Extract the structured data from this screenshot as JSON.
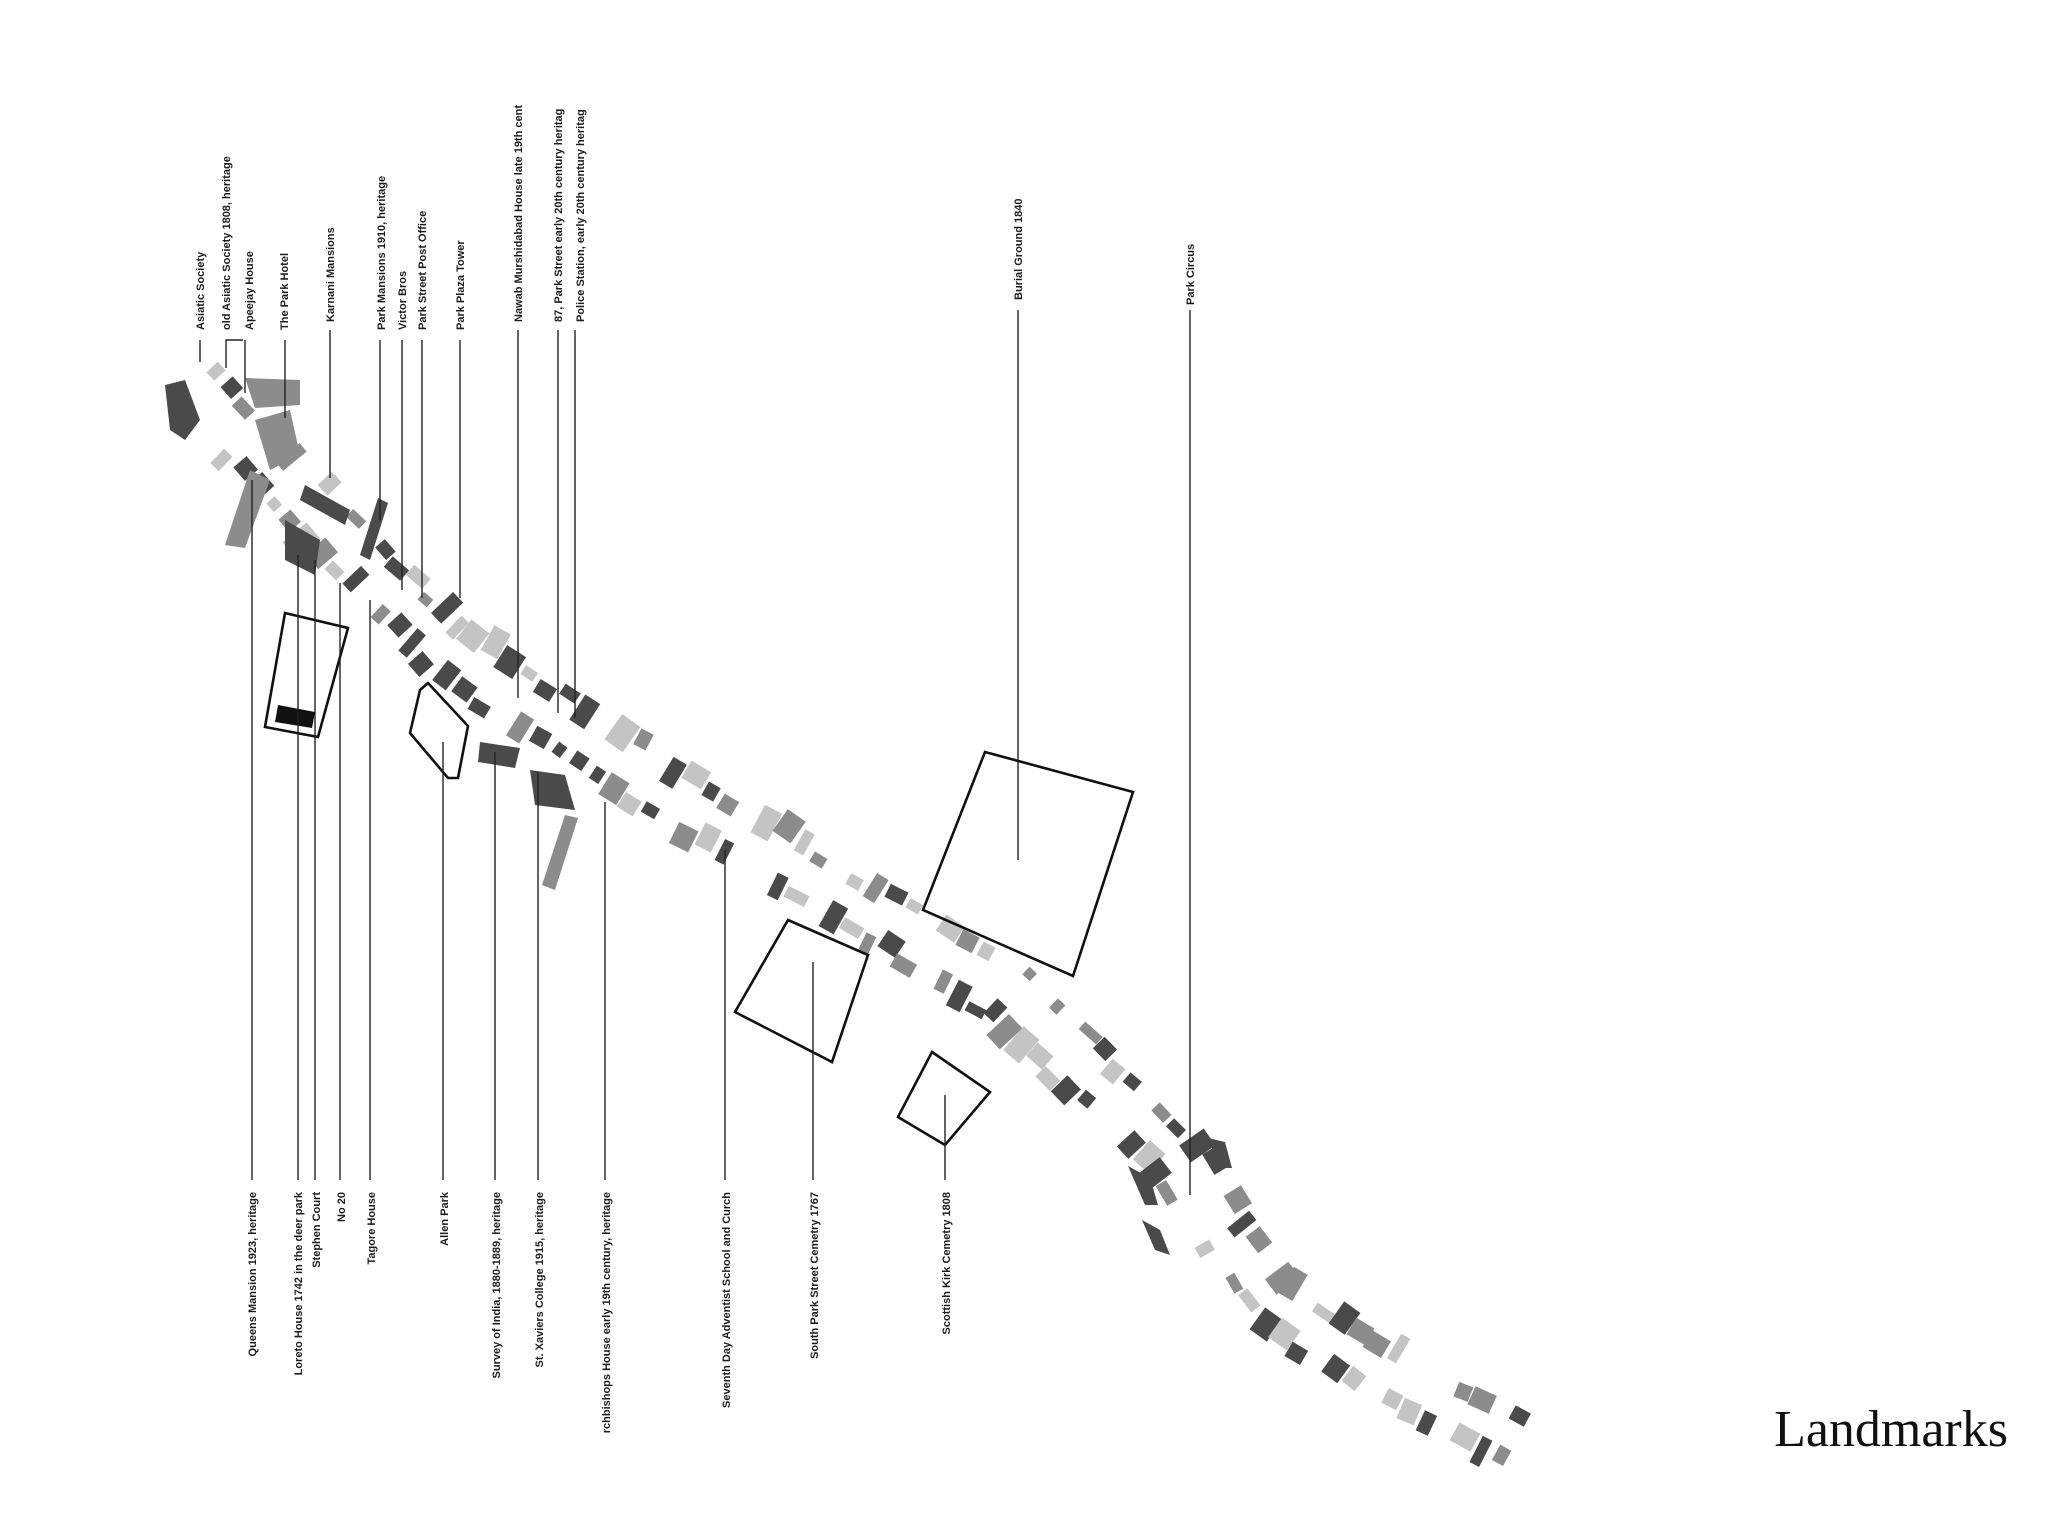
{
  "caption": "Landmarks",
  "colors": {
    "dark": "#4a4a4a",
    "mid": "#8c8c8c",
    "light": "#c4c4c4",
    "black": "#111111"
  },
  "labels_top": [
    "Asiatic Society",
    "old Asiatic Society 1808, heritage",
    "Apeejay House",
    "The Park Hotel",
    "Karnani Mansions",
    "Park Mansions 1910, heritage",
    "Victor Bros",
    "Park Street Post Office",
    "Park Plaza Tower",
    "Nawab Murshidabad House late 19th cent",
    "87, Park Street early 20th century heritag",
    "Police Station, early 20th century heritag",
    "Burial Ground 1840",
    "Park Circus"
  ],
  "labels_bottom": [
    "Queens Mansion 1923, heritage",
    "Loreto House 1742 in the deer park",
    "Stephen Court",
    "No 20",
    "Tagore House",
    "Allen Park",
    "Survey of India, 1880-1889, heritage",
    "St. Xaviers College 1915, heritage",
    "rchbishops House early 19th century, heritage",
    "Seventh Day Adventist School and Curch",
    "South Park Street Cemetry 1767",
    "Scottish Kirk Cemetry 1808"
  ]
}
